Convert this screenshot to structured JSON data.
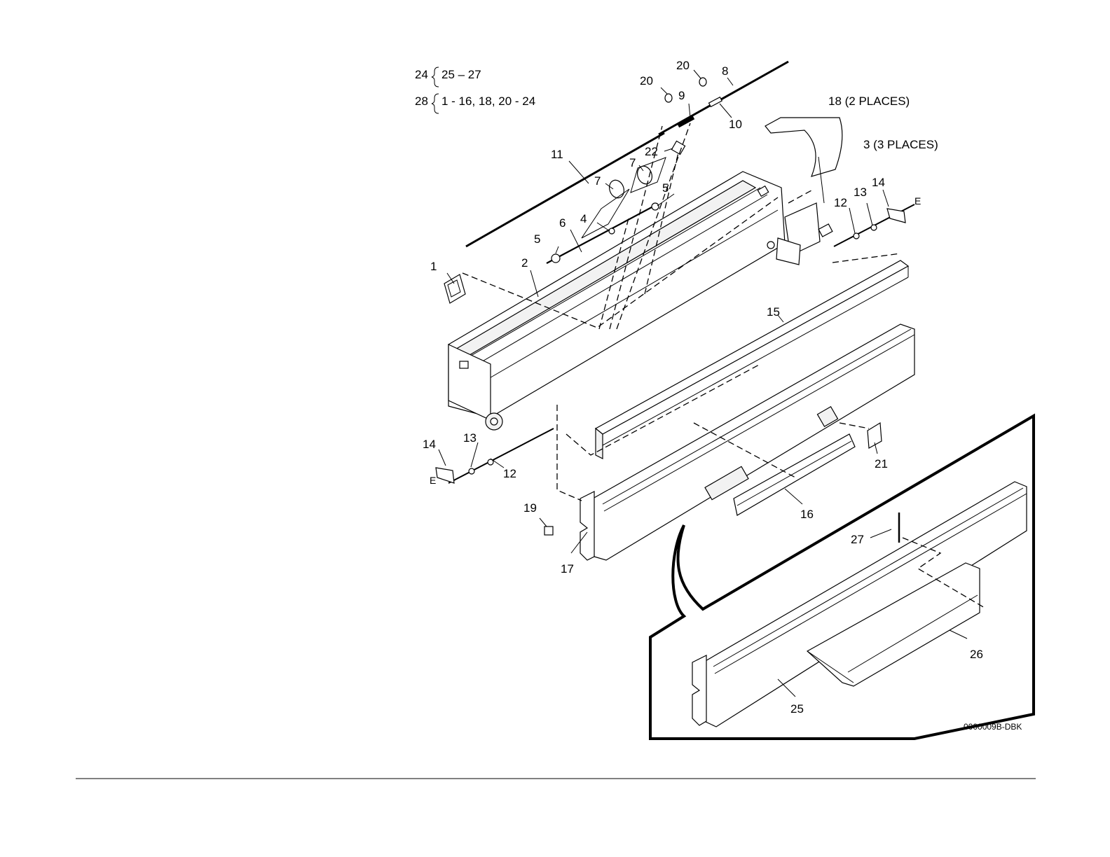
{
  "legend": {
    "row1": {
      "assembly": "24",
      "range": "25 – 27"
    },
    "row2": {
      "assembly": "28",
      "range": "1 - 16, 18, 20 - 24"
    }
  },
  "callouts": {
    "c1": "1",
    "c2": "2",
    "c3": "3 (3 PLACES)",
    "c4": "4",
    "c5a": "5",
    "c5b": "5",
    "c6": "6",
    "c7a": "7",
    "c7b": "7",
    "c8": "8",
    "c9": "9",
    "c10": "10",
    "c11": "11",
    "c12a": "12",
    "c12b": "12",
    "c13a": "13",
    "c13b": "13",
    "c14a": "14",
    "c14b": "14",
    "c15": "15",
    "c16": "16",
    "c17": "17",
    "c18": "18 (2 PLACES)",
    "c19": "19",
    "c20a": "20",
    "c20b": "20",
    "c21": "21",
    "c22": "22",
    "c25": "25",
    "c26": "26",
    "c27": "27",
    "eLeft": "E",
    "eRight": "E"
  },
  "figure_id": "0000009B-DBK"
}
